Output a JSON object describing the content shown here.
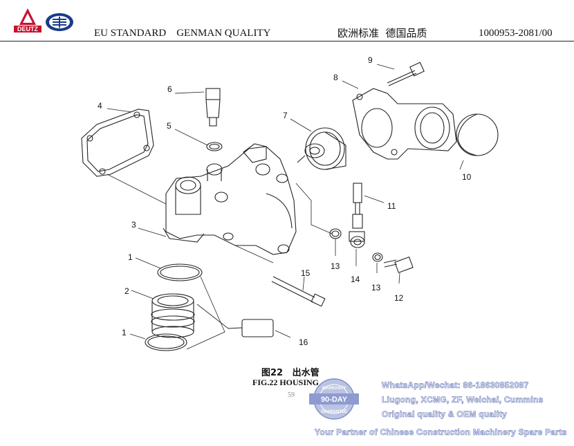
{
  "header": {
    "brand": "DEUTZ",
    "title_en": "EU STANDARD    GENMAN QUALITY",
    "title_cn": "欧洲标准  德国品质",
    "doc_code": "1000953-2081/00"
  },
  "diagram": {
    "callouts": [
      "1",
      "2",
      "1",
      "3",
      "4",
      "5",
      "6",
      "7",
      "8",
      "9",
      "10",
      "11",
      "13",
      "14",
      "13",
      "12",
      "15",
      "16"
    ]
  },
  "caption": {
    "cn": "图22   出水管",
    "en": "FIG.22 HOUSING",
    "page": "59"
  },
  "watermark": {
    "badge_top": "WARRANTY",
    "badge_mid": "90-DAY",
    "badge_bottom": "GUARANTEE",
    "line1": "WhatsApp/Wechat: 86-18630852087",
    "line2": "Liugong, XCMG, ZF, Weichai, Cummins",
    "line3": "Original quality & OEM quality",
    "line4": "Your Partner of Chinese Construction Machinery Spare Parts"
  }
}
